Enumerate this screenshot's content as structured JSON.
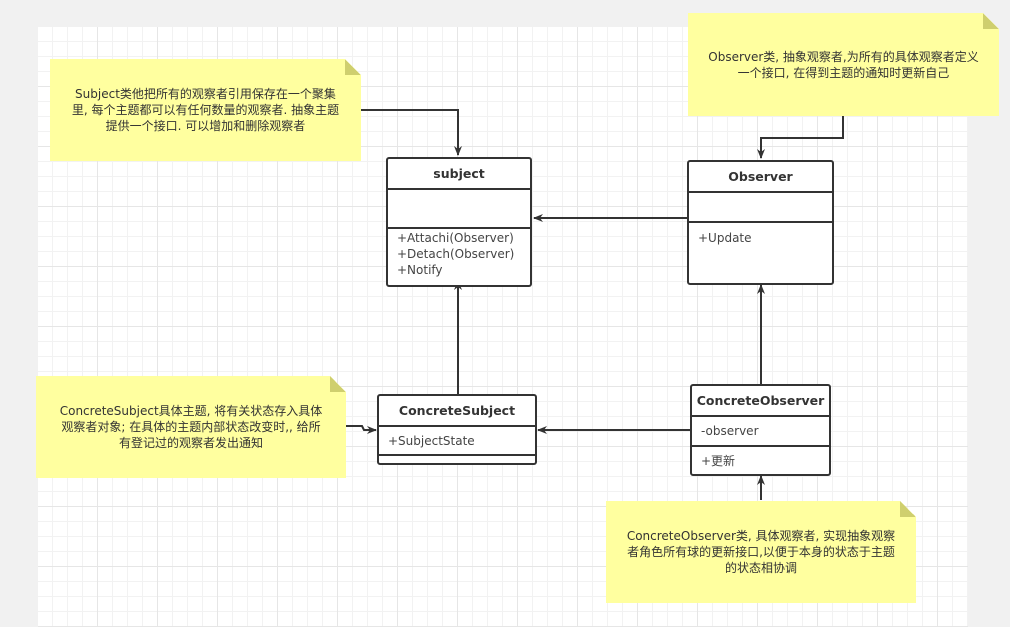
{
  "diagram": {
    "type": "uml-class-diagram",
    "pattern": "Observer",
    "classes": {
      "subject": {
        "name": "subject",
        "attributes": [],
        "methods": [
          "+Attachi(Observer)",
          "+Detach(Observer)",
          "+Notify"
        ]
      },
      "observer": {
        "name": "Observer",
        "attributes": [],
        "methods": [
          "+Update"
        ]
      },
      "concrete_subject": {
        "name": "ConcreteSubject",
        "attributes": [
          "+SubjectState"
        ],
        "methods": []
      },
      "concrete_observer": {
        "name": "ConcreteObserver",
        "attributes": [
          "-observer"
        ],
        "methods": [
          "+更新"
        ]
      }
    },
    "notes": {
      "subject_note": "Subject类他把所有的观察者引用保存在一个聚集\n里, 每个主题都可以有任何数量的观察者. 抽象主题\n提供一个接口. 可以增加和删除观察者",
      "observer_note": "Observer类, 抽象观察者,为所有的具体观察者定义\n一个接口, 在得到主题的通知时更新自己",
      "concrete_subject_note": "ConcreteSubject具体主题, 将有关状态存入具体\n观察者对象; 在具体的主题内部状态改变时,, 给所\n有登记过的观察者发出通知",
      "concrete_observer_note": "ConcreteObserver类, 具体观察者, 实现抽象观察\n者角色所有球的更新接口,以便于本身的状态于主题\n的状态相协调"
    },
    "relations": [
      {
        "from": "observer",
        "to": "subject",
        "style": "solid-arrow"
      },
      {
        "from": "concrete_subject",
        "to": "subject",
        "style": "solid-arrow"
      },
      {
        "from": "concrete_observer",
        "to": "observer",
        "style": "solid-arrow"
      },
      {
        "from": "concrete_observer",
        "to": "concrete_subject",
        "style": "solid-arrow"
      },
      {
        "from": "subject_note",
        "to": "subject",
        "style": "solid-arrow"
      },
      {
        "from": "observer_note",
        "to": "observer",
        "style": "solid-arrow"
      },
      {
        "from": "concrete_subject_note",
        "to": "concrete_subject",
        "style": "solid-arrow"
      },
      {
        "from": "concrete_observer_note",
        "to": "concrete_observer",
        "style": "solid-arrow"
      }
    ]
  },
  "colors": {
    "note_fill": "#ffff9f",
    "note_fold": "#cfcf6e",
    "stroke": "#333333",
    "canvas": "#ffffff",
    "background": "#f1f1f1",
    "grid": "#e6e6e6"
  }
}
